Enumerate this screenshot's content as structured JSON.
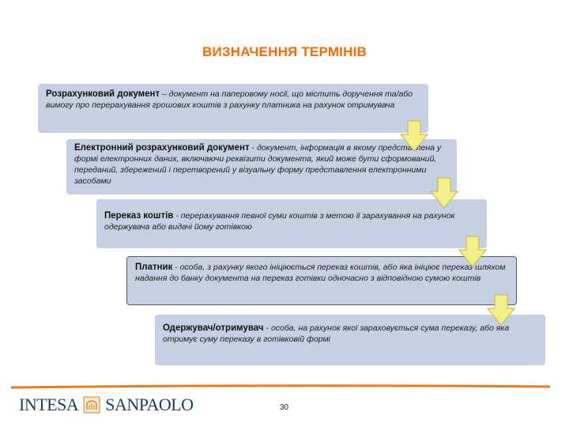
{
  "slide": {
    "title": "ВИЗНАЧЕННЯ ТЕРМІНІВ",
    "page_number": "30"
  },
  "terms": [
    {
      "term": "Розрахунковий документ",
      "sep": " – ",
      "definition": "документ на паперовому носії, що містить доручення та/або вимогу про перерахування грошових коштів з рахунку платника на рахунок отримувача"
    },
    {
      "term": "Електронний розрахунковий документ",
      "sep": " - ",
      "definition": "документ, інформація в якому представлена у формі електронних даних, включаючи реквізити документа, який може бути сформований, переданий, збережений і перетворений у візуальну форму представлення електронними засобами"
    },
    {
      "term": "Переказ коштів",
      "sep": " - ",
      "definition": "перерахування певної суми коштів з метою її зарахування на рахунок одержувача або видачі йому готівкою"
    },
    {
      "term": "Платник",
      "sep": " - ",
      "definition": "особа, з рахунку якого ініціюється переказ коштів, або яка ініціює переказ шляхом надання до банку документа на переказ готівки одночасно з відповідною сумою коштів"
    },
    {
      "term": "Одержувач/отримувач",
      "sep": " - ",
      "definition": "особа, на рахунок якої зараховується сума переказу, або яка отримує суму переказу в готівковій формі"
    }
  ],
  "logo": {
    "left_word": "INTESA",
    "right_word": "SANPAOLO"
  },
  "colors": {
    "title": "#ff6a00",
    "card_fill": "#c7cfe3",
    "arrow_fill": "#f3f08a",
    "arrow_stroke": "#c9c050",
    "footer_line": "#f07818",
    "logo_text": "#1d3c6e"
  }
}
